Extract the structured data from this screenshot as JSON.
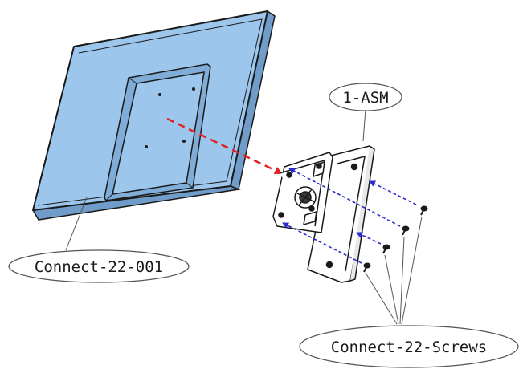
{
  "labels": {
    "monitor": "Connect-22-001",
    "bracket": "1-ASM",
    "screws": "Connect-22-Screws"
  },
  "colors": {
    "monitor_fill": "#9cc6ec",
    "monitor_dark": "#6f9cc8",
    "outline": "#1a1a1a",
    "red_arrow": "#e32020",
    "blue_arrow": "#2a2acd"
  }
}
